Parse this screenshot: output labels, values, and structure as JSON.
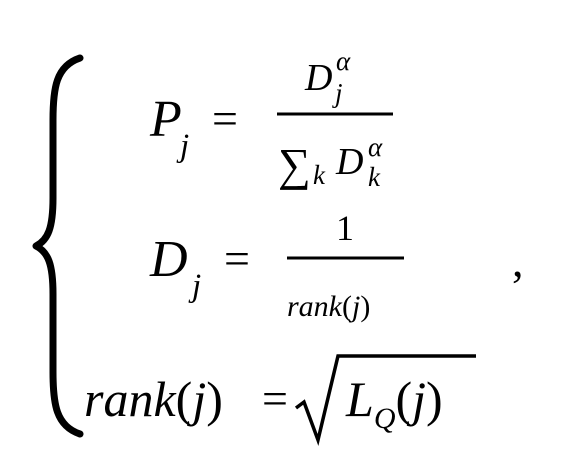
{
  "equation": {
    "row1": {
      "lhs_base": "P",
      "lhs_sub": "j",
      "equals": "=",
      "num_base": "D",
      "num_sub": "j",
      "num_sup": "α",
      "den_sum": "∑",
      "den_sum_sub": "k",
      "den_base": "D",
      "den_sub": "k",
      "den_sup": "α"
    },
    "row2": {
      "lhs_base": "D",
      "lhs_sub": "j",
      "equals": "=",
      "numerator": "1",
      "den_func": "rank",
      "den_open": "(",
      "den_arg": "j",
      "den_close": ")"
    },
    "row3": {
      "lhs_func": "rank",
      "lhs_open": "(",
      "lhs_arg": "j",
      "lhs_close": ")",
      "equals": "=",
      "rad_base": "L",
      "rad_sub": "Q",
      "rad_open": "(",
      "rad_arg": "j",
      "rad_close": ")"
    },
    "trailing_comma": ","
  }
}
